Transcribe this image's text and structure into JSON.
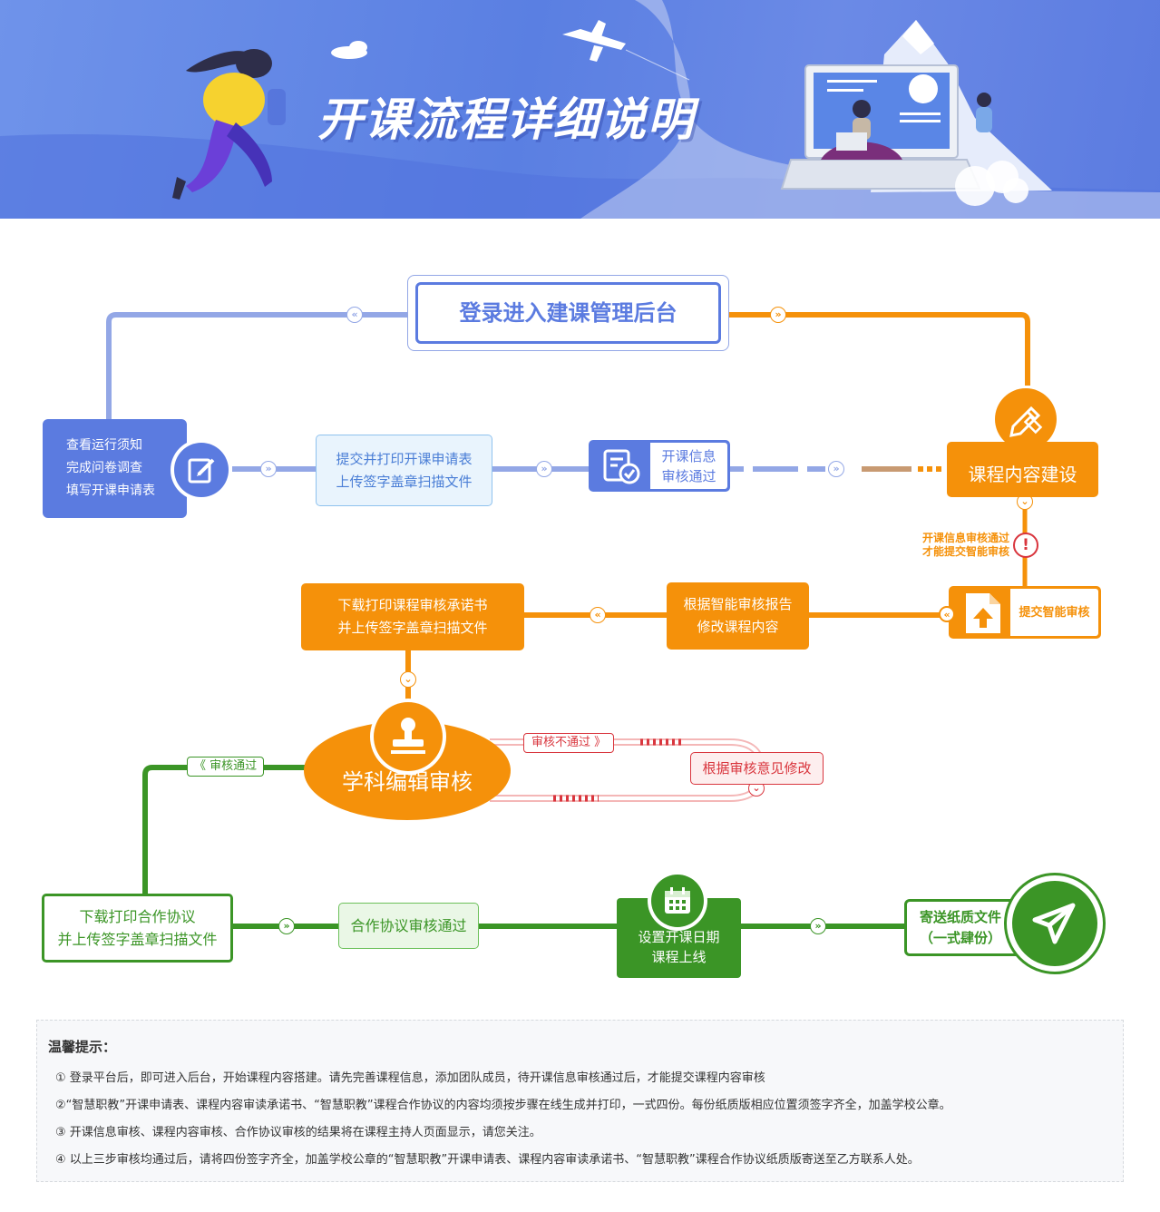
{
  "banner": {
    "title": "开课流程详细说明"
  },
  "steps": {
    "login": "登录进入建课管理后台",
    "prep_lines": [
      "查看运行须知",
      "完成问卷调查",
      "填写开课申请表"
    ],
    "submit_print_lines": [
      "提交并打印开课申请表",
      "上传签字盖章扫描文件"
    ],
    "course_info_pass_lines": [
      "开课信息",
      "审核通过"
    ],
    "content_build": "课程内容建设",
    "warning_lines": [
      "开课信息审核通过",
      "才能提交智能审核"
    ],
    "submit_smart": "提交智能审核",
    "modify_lines": [
      "根据智能审核报告",
      "修改课程内容"
    ],
    "download_commit_lines": [
      "下载打印课程审核承诺书",
      "并上传签字盖章扫描文件"
    ],
    "subject_review": "学科编辑审核",
    "review_fail": "审核不通过",
    "review_fail_arrow": "》",
    "modify_by_opinion": "根据审核意见修改",
    "review_pass": "审核通过",
    "review_pass_arrow": "《",
    "download_agreement_lines": [
      "下载打印合作协议",
      "并上传签字盖章扫描文件"
    ],
    "agreement_pass": "合作协议审核通过",
    "set_date_lines": [
      "设置开课日期",
      "课程上线"
    ],
    "send_paper_lines": [
      "寄送纸质文件",
      "（一式肆份）"
    ]
  },
  "tips": {
    "title": "温馨提示：",
    "items": [
      "①  登录平台后，即可进入后台，开始课程内容搭建。请先完善课程信息，添加团队成员，待开课信息审核通过后，才能提交课程内容审核",
      "②“智慧职教”开课申请表、课程内容审读承诺书、“智慧职教”课程合作协议的内容均须按步骤在线生成并打印，一式四份。每份纸质版相应位置须签字齐全，加盖学校公章。",
      "③  开课信息审核、课程内容审核、合作协议审核的结果将在课程主持人页面显示，请您关注。",
      "④  以上三步审核均通过后，请将四份签字齐全，加盖学校公章的“智慧职教”开课申请表、课程内容审读承诺书、“智慧职教”课程合作协议纸质版寄送至乙方联系人处。"
    ]
  },
  "icons": {
    "forward": "»",
    "backward": "«",
    "down": "⌄",
    "exclamation": "!",
    "upload": "⬆"
  },
  "colors": {
    "blue": "#5b7be0",
    "orange": "#f5910a",
    "green": "#3b9526",
    "red": "#d9363e"
  }
}
